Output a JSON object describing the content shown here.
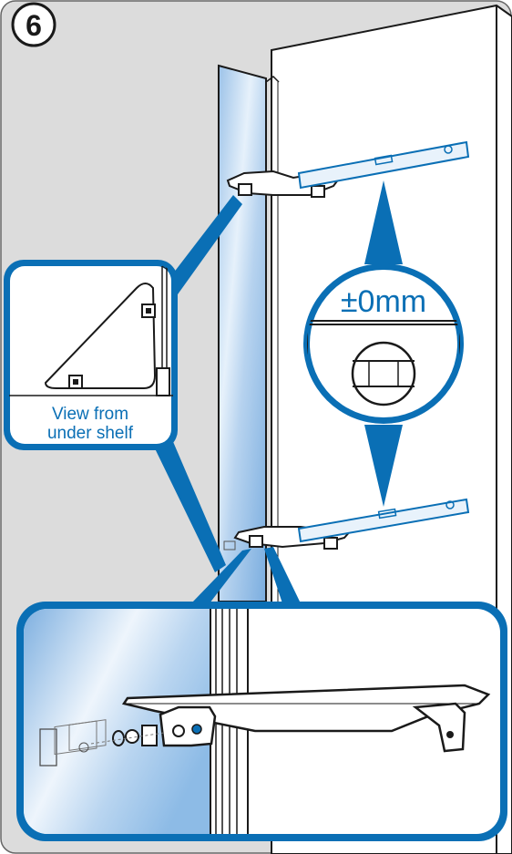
{
  "step": {
    "number": "6"
  },
  "level_callout": {
    "tolerance_label": "±0mm"
  },
  "detail_callout": {
    "caption_line1": "View from",
    "caption_line2": "under shelf"
  },
  "colors": {
    "panel_bg": "#dcdcdc",
    "accent": "#0a6fb5",
    "dark": "#1a1a1a",
    "glass_light": "#eaf3fb",
    "glass_dark": "#8fb9e4",
    "level_fill": "#e8f2fb"
  },
  "icons": {
    "step_badge": "circle-number",
    "spirit_level": "bubble-level-icon"
  }
}
